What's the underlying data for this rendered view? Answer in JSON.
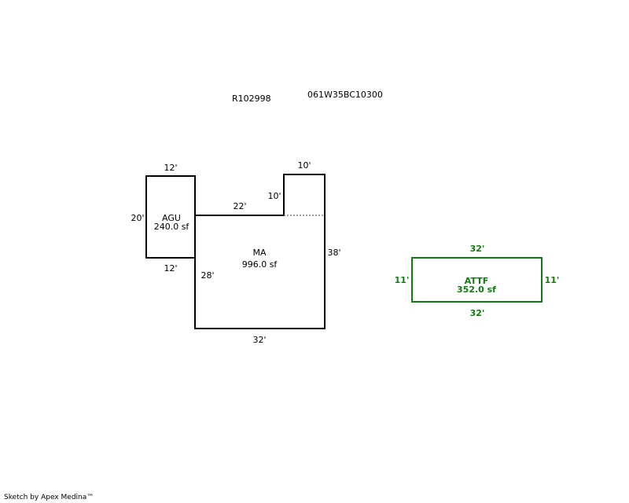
{
  "header": {
    "parcel_id": "R102998",
    "map_number": "061W35BC10300"
  },
  "areas": {
    "agu": {
      "code": "AGU",
      "area": "240.0 sf",
      "dims": {
        "top": "12'",
        "left": "20'",
        "bottom": "12'"
      }
    },
    "ma": {
      "code": "MA",
      "area": "996.0 sf",
      "dims": {
        "top_step": "22'",
        "notch_top": "10'",
        "notch_side": "10'",
        "right": "38'",
        "left": "28'",
        "bottom": "32'"
      }
    },
    "attf": {
      "code": "ATTF",
      "area": "352.0 sf",
      "dims": {
        "top": "32'",
        "bottom": "32'",
        "left": "11'",
        "right": "11'"
      }
    }
  },
  "colors": {
    "outline": "#000000",
    "attf": "#117a11",
    "hidden_line": "#808080"
  },
  "footer": "Sketch by Apex Medina™"
}
